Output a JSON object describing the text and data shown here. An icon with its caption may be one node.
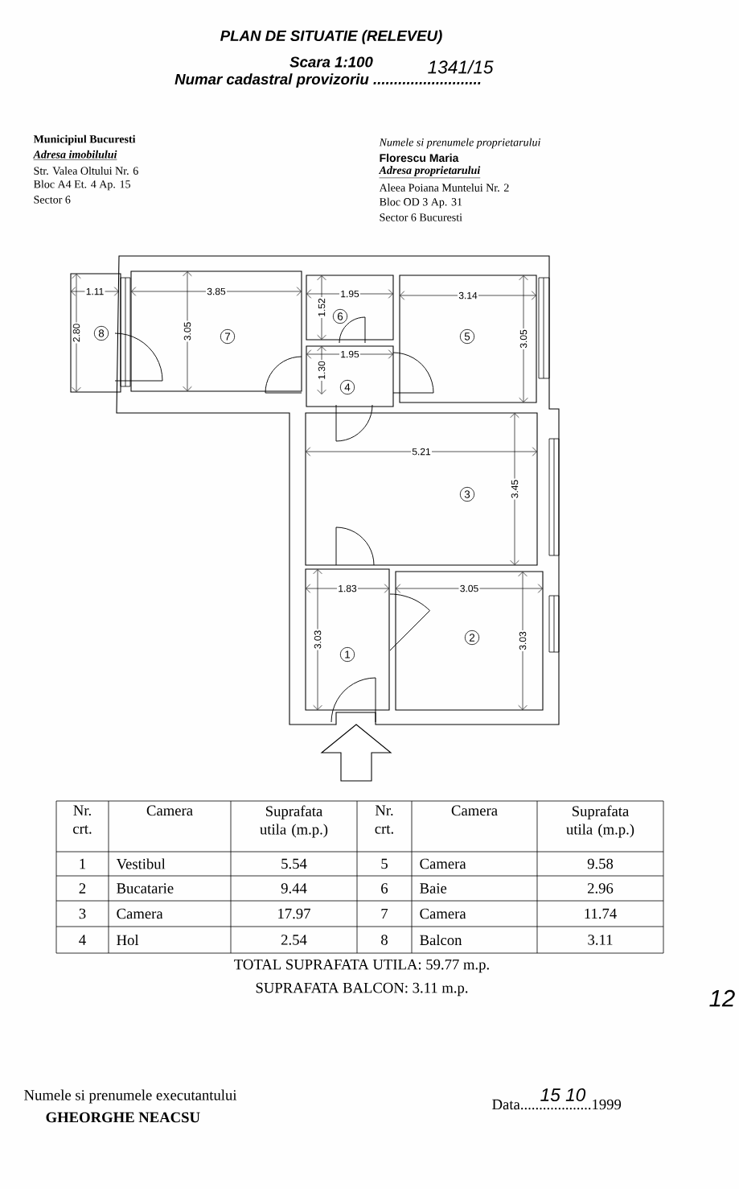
{
  "diagram": {
    "title": "PLAN DE SITUATIE (RELEVEU)",
    "nodes": [
      {
        "text": [
          "8"
        ]
      },
      {
        "text": [
          "7"
        ]
      },
      {
        "text": [
          "6"
        ]
      },
      {
        "text": [
          "5"
        ]
      },
      {
        "text": [
          "4"
        ]
      },
      {
        "text": [
          "3"
        ]
      },
      {
        "text": [
          "1"
        ]
      },
      {
        "text": [
          "2"
        ]
      }
    ],
    "labels": [
      "Scara 1:100",
      "Numar cadastral provizoriu ..........................",
      "1341/15",
      "Municipiul Bucuresti",
      "Adresa imobilului",
      "Str. Valea Oltului Nr. 6",
      "Bloc A4 Et. 4 Ap. 15",
      "Sector 6",
      "Numele si prenumele proprietarului",
      "Florescu Maria",
      "Adresa proprietarului",
      "Aleea Poiana Muntelui Nr. 2",
      "Bloc OD 3 Ap. 31",
      "Sector 6 Bucuresti",
      "1.11",
      "3.85",
      "1.95",
      "3.14",
      "2.80",
      "3.05",
      "1.52",
      "1.95",
      "1.30",
      "3.05",
      "5.21",
      "3.45",
      "1.83",
      "3.05",
      "3.03",
      "3.03",
      "Nr. crt.",
      "Camera",
      "Suprafata utila (m.p.)",
      "Nr. crt.",
      "Camera",
      "Suprafata utila (m.p.)",
      "1",
      "Vestibul",
      "5.54",
      "5",
      "Camera",
      "9.58",
      "2",
      "Bucatarie",
      "9.44",
      "6",
      "Baie",
      "2.96",
      "3",
      "Camera",
      "17.97",
      "7",
      "Camera",
      "11.74",
      "4",
      "Hol",
      "2.54",
      "8",
      "Balcon",
      "3.11",
      "TOTAL SUPRAFATA UTILA: 59.77 m.p.",
      "SUPRAFATA BALCON: 3.11 m.p.",
      "12",
      "Numele si prenumele executantului",
      "GHEORGHE NEACSU",
      "Data...................1999",
      "15 10"
    ]
  }
}
